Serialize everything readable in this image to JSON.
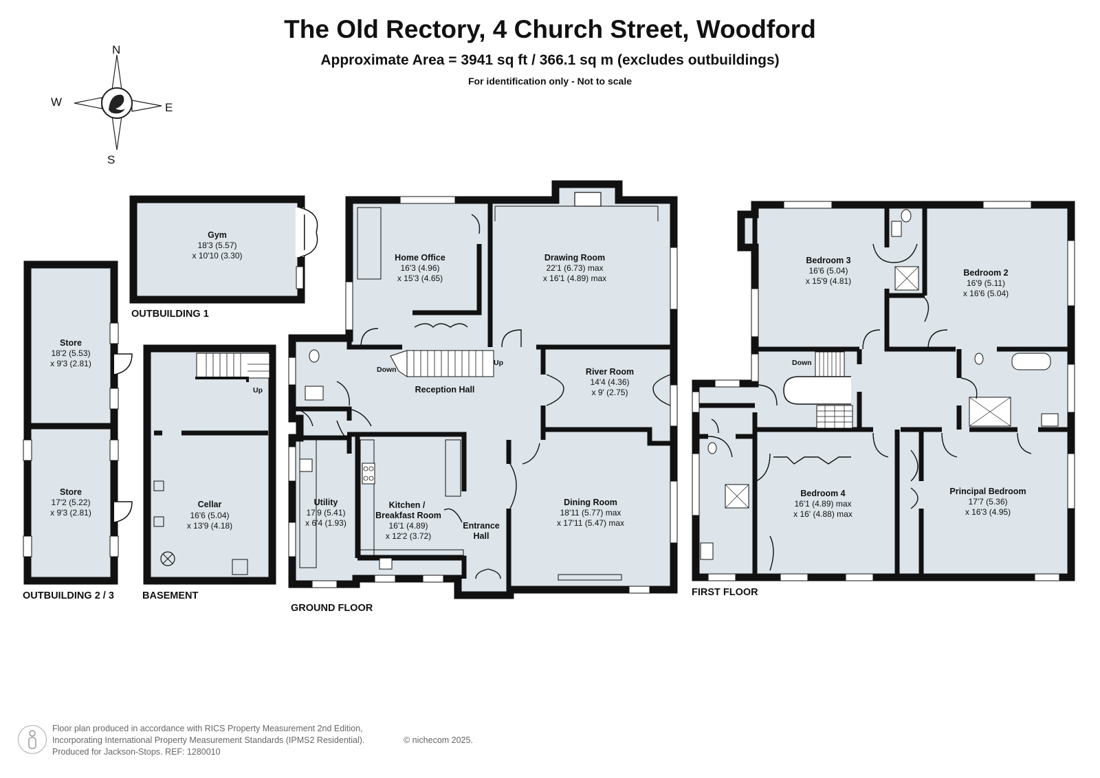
{
  "header": {
    "title": "The Old Rectory, 4 Church Street, Woodford",
    "subtitle": "Approximate Area = 3941 sq ft / 366.1 sq m (excludes outbuildings)",
    "disclaimer": "For identification only - Not to scale"
  },
  "compass": {
    "n": "N",
    "s": "S",
    "e": "E",
    "w": "W"
  },
  "colors": {
    "room_fill": "#dde5ea",
    "wall": "#111111"
  },
  "floors": {
    "outbuilding_1": "OUTBUILDING 1",
    "outbuilding_2_3": "OUTBUILDING 2 / 3",
    "basement": "BASEMENT",
    "ground": "GROUND FLOOR",
    "first": "FIRST FLOOR"
  },
  "rooms": {
    "gym": {
      "name": "Gym",
      "d1": "18'3 (5.57)",
      "d2": "x 10'10 (3.30)"
    },
    "store1": {
      "name": "Store",
      "d1": "18'2 (5.53)",
      "d2": "x 9'3 (2.81)"
    },
    "store2": {
      "name": "Store",
      "d1": "17'2 (5.22)",
      "d2": "x 9'3 (2.81)"
    },
    "cellar": {
      "name": "Cellar",
      "d1": "16'6 (5.04)",
      "d2": "x 13'9 (4.18)"
    },
    "home_office": {
      "name": "Home Office",
      "d1": "16'3 (4.96)",
      "d2": "x 15'3 (4.65)"
    },
    "drawing_room": {
      "name": "Drawing Room",
      "d1": "22'1 (6.73) max",
      "d2": "x 16'1 (4.89) max"
    },
    "reception_hall": {
      "name": "Reception Hall"
    },
    "river_room": {
      "name": "River Room",
      "d1": "14'4 (4.36)",
      "d2": "x 9' (2.75)"
    },
    "utility": {
      "name": "Utility",
      "d1": "17'9 (5.41)",
      "d2": "x 6'4 (1.93)"
    },
    "kitchen": {
      "name1": "Kitchen /",
      "name2": "Breakfast Room",
      "d1": "16'1 (4.89)",
      "d2": "x 12'2 (3.72)"
    },
    "entrance_hall": {
      "name1": "Entrance",
      "name2": "Hall"
    },
    "dining_room": {
      "name": "Dining Room",
      "d1": "18'11 (5.77) max",
      "d2": "x 17'11 (5.47) max"
    },
    "bedroom3": {
      "name": "Bedroom 3",
      "d1": "16'6 (5.04)",
      "d2": "x 15'9 (4.81)"
    },
    "bedroom2": {
      "name": "Bedroom 2",
      "d1": "16'9 (5.11)",
      "d2": "x 16'6 (5.04)"
    },
    "bedroom4": {
      "name": "Bedroom 4",
      "d1": "16'1 (4.89) max",
      "d2": "x 16' (4.88) max"
    },
    "principal_bedroom": {
      "name": "Principal Bedroom",
      "d1": "17'7 (5.36)",
      "d2": "x 16'3 (4.95)"
    }
  },
  "stairs": {
    "up": "Up",
    "down": "Down"
  },
  "footer": {
    "line1": "Floor plan produced in accordance with RICS Property Measurement 2nd Edition,",
    "line2": "Incorporating International Property Measurement Standards (IPMS2 Residential).",
    "line3": "Produced for Jackson-Stops.   REF:  1280010",
    "copyright": "© nichecom 2025."
  }
}
